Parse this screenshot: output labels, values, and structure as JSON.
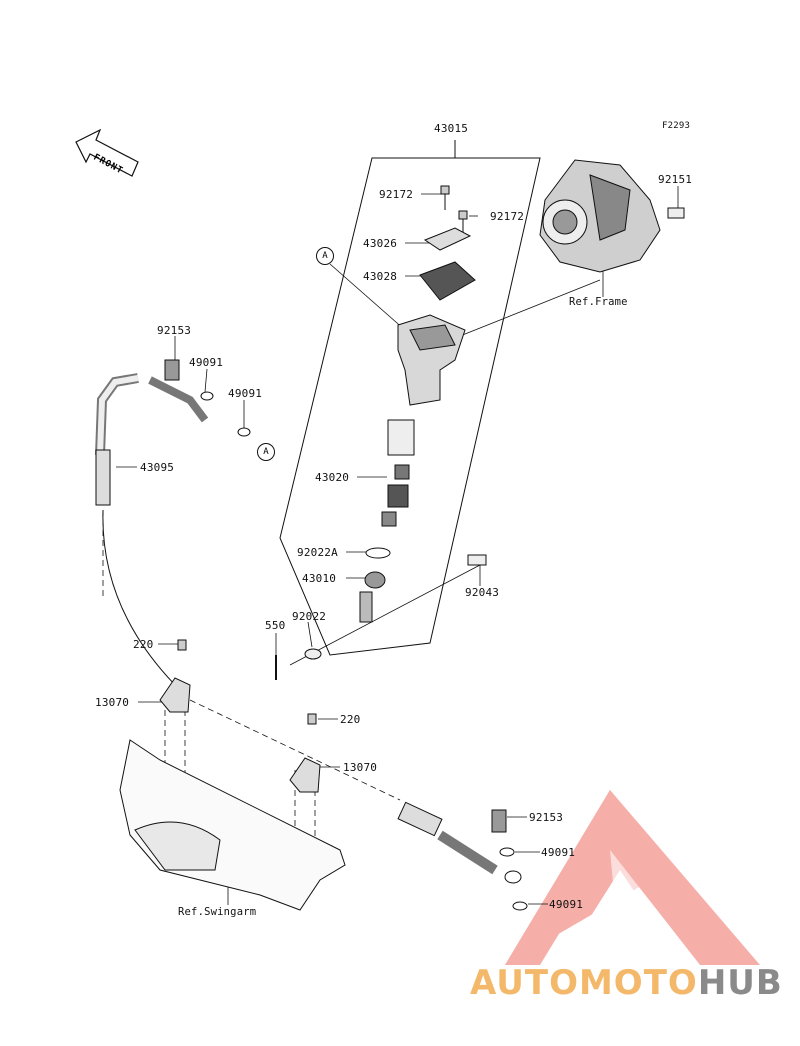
{
  "diagram_code": "F2293",
  "front_badge": "FRONT",
  "callout_letter": "A",
  "labels": {
    "p43015": "43015",
    "p92172a": "92172",
    "p92172b": "92172",
    "p43026": "43026",
    "p43028": "43028",
    "p92151": "92151",
    "ref_frame": "Ref.Frame",
    "p92153a": "92153",
    "p49091a": "49091",
    "p49091b": "49091",
    "p43095": "43095",
    "p43020": "43020",
    "p92022a": "92022A",
    "p43010": "43010",
    "p92043": "92043",
    "p550": "550",
    "p92022": "92022",
    "p220a": "220",
    "p13070a": "13070",
    "p220b": "220",
    "p13070b": "13070",
    "p92153b": "92153",
    "p49091c": "49091",
    "p49091d": "49091",
    "ref_swingarm": "Ref.Swingarm"
  },
  "watermark": {
    "part1": "AUTOMOTO",
    "part2": "HUB",
    "color_primary": "#f4a09a",
    "color_accent": "#f4b86a",
    "color_grey": "#8a8a8a"
  }
}
